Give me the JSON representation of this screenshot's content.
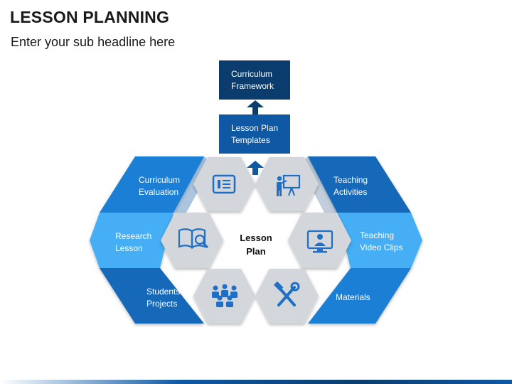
{
  "title": "LESSON PLANNING",
  "subtitle": "Enter your sub headline here",
  "top_boxes": {
    "framework": [
      "Curriculum",
      "Framework"
    ],
    "templates": [
      "Lesson Plan",
      "Templates"
    ]
  },
  "center": [
    "Lesson",
    "Plan"
  ],
  "segments": {
    "curriculum_evaluation": [
      "Curriculum",
      "Evaluation"
    ],
    "research_lesson": [
      "Research",
      "Lesson"
    ],
    "students_projects": [
      "Students",
      "Projects"
    ],
    "teaching_activities": [
      "Teaching",
      "Activities"
    ],
    "teaching_video_clips": [
      "Teaching",
      "Video Clips"
    ],
    "materials": [
      "Materials"
    ]
  },
  "icons": {
    "curriculum_evaluation": "document-list-icon",
    "teaching_activities": "teacher-board-icon",
    "research_lesson": "book-magnifier-icon",
    "teaching_video_clips": "video-monitor-icon",
    "students_projects": "students-group-icon",
    "materials": "tools-icon"
  },
  "colors": {
    "dark_navy": "#0a3d6e",
    "dark_blue": "#0f59a4",
    "medium_blue": "#1c7fd6",
    "light_blue": "#45aef5",
    "hexagon_gray": "#d3d7dc",
    "icon_blue": "#1f6fc5"
  }
}
